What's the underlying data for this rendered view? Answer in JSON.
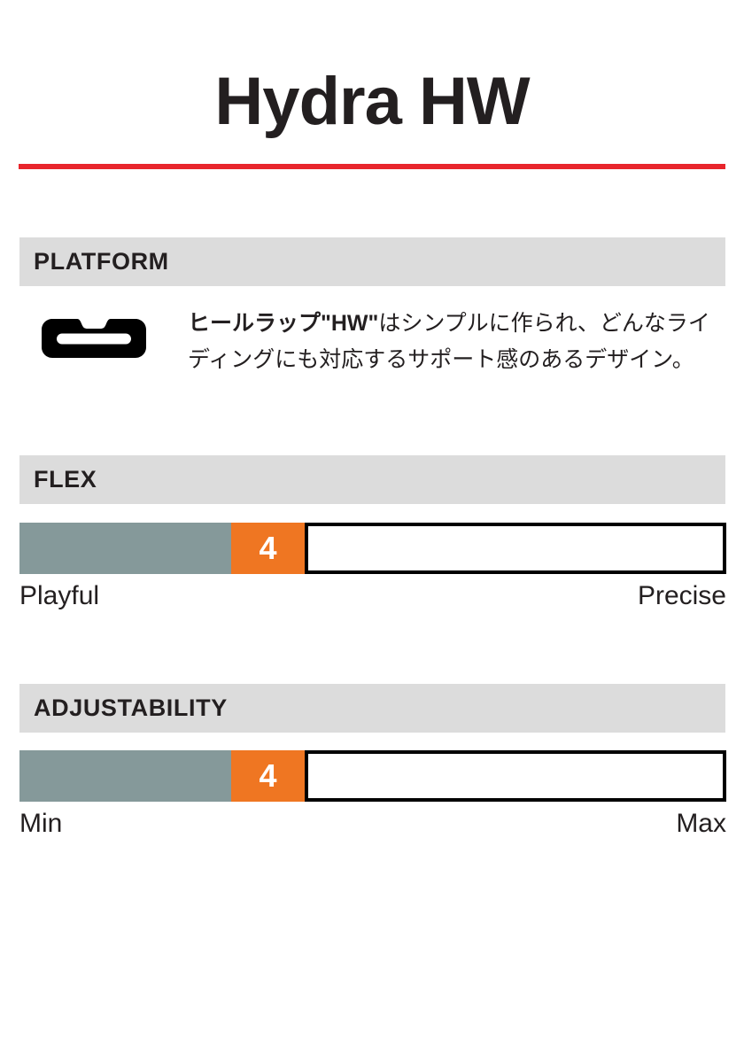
{
  "product": {
    "title": "Hydra HW",
    "accent_rule_color": "#e8252c"
  },
  "colors": {
    "accent_red": "#e8252c",
    "band_gray": "#dcdcdc",
    "bar_fill_gray_green": "#85999a",
    "bar_value_orange": "#ef7622",
    "text_dark": "#231f20",
    "bar_border_black": "#000000"
  },
  "sections": {
    "platform": {
      "heading": "PLATFORM",
      "icon_name": "heel-wrap-icon",
      "description_bold": "ヒールラップ\"HW\"",
      "description_rest": "はシンプルに作られ、どんなライディングにも対応するサポート感のあるデザイン。"
    },
    "flex": {
      "heading": "FLEX",
      "value": "4",
      "scale_max": 10,
      "label_min": "Playful",
      "label_max": "Precise"
    },
    "adjustability": {
      "heading": "ADJUSTABILITY",
      "value": "4",
      "scale_max": 10,
      "label_min": "Min",
      "label_max": "Max"
    }
  }
}
